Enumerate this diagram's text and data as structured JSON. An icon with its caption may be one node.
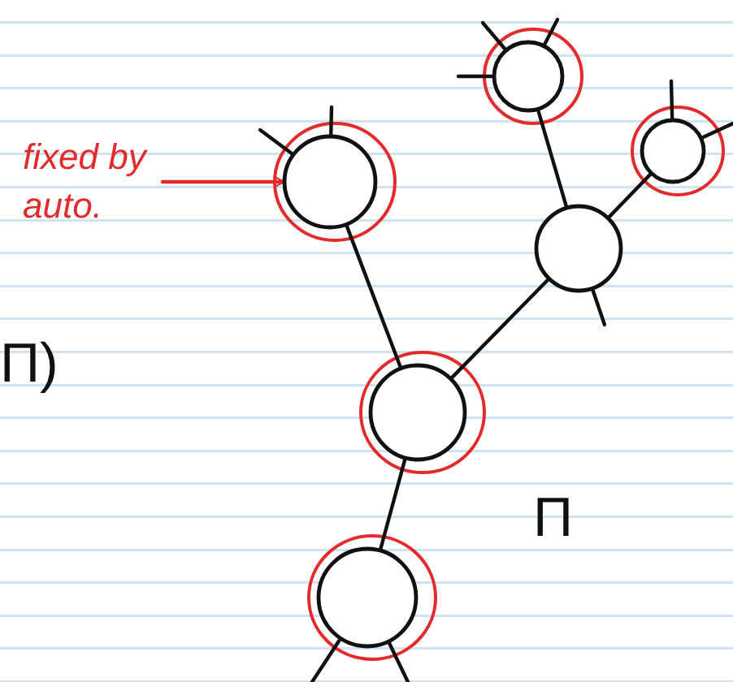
{
  "diagram": {
    "nodes": [
      {
        "text": [],
        "shape": "circle"
      },
      {
        "text": [],
        "shape": "circle"
      },
      {
        "text": [],
        "shape": "circle"
      },
      {
        "text": [],
        "shape": "circle"
      },
      {
        "text": [],
        "shape": "circle"
      },
      {
        "text": [],
        "shape": "circle"
      },
      {
        "text": [
          "fixed by auto."
        ]
      }
    ],
    "edges": [
      {
        "from": 6,
        "to": 2,
        "arrow": "to",
        "color": "#e32b2b"
      },
      {
        "from": 0,
        "to": 3,
        "arrow": "none"
      },
      {
        "from": 1,
        "to": 3,
        "arrow": "none"
      },
      {
        "from": 2,
        "to": 4,
        "arrow": "none"
      },
      {
        "from": 3,
        "to": 4,
        "arrow": "none"
      },
      {
        "from": 4,
        "to": 5,
        "arrow": "none"
      },
      {
        "from": 0,
        "to": null,
        "arrow": "none"
      },
      {
        "from": 0,
        "to": null,
        "arrow": "none"
      },
      {
        "from": 0,
        "to": null,
        "arrow": "none"
      },
      {
        "from": 1,
        "to": null,
        "arrow": "none"
      },
      {
        "from": 1,
        "to": null,
        "arrow": "none"
      },
      {
        "from": 2,
        "to": null,
        "arrow": "none"
      },
      {
        "from": 2,
        "to": null,
        "arrow": "none"
      },
      {
        "from": 3,
        "to": null,
        "arrow": "none"
      },
      {
        "from": 5,
        "to": null,
        "arrow": "none"
      },
      {
        "from": 5,
        "to": null,
        "arrow": "none"
      }
    ],
    "labels": [
      "Π)",
      "Π"
    ]
  }
}
